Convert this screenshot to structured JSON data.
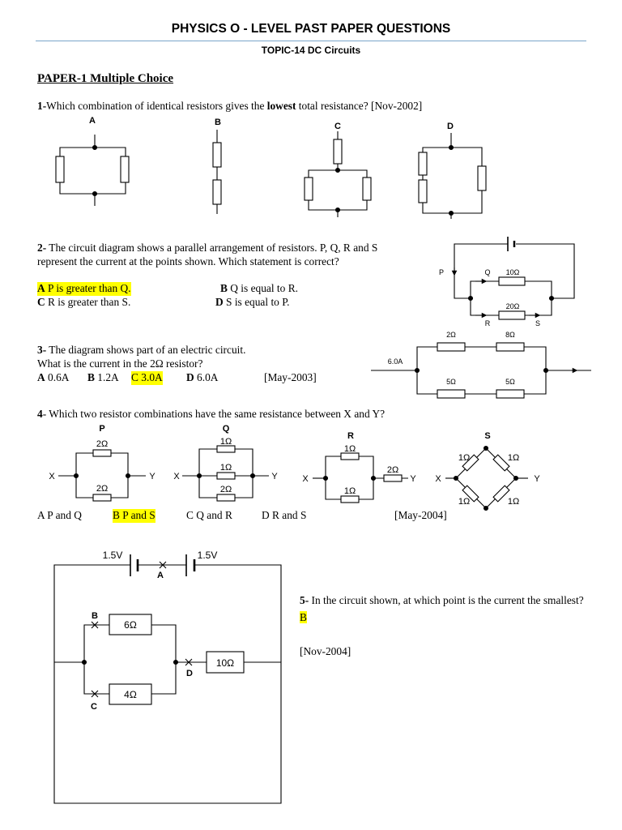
{
  "title": "PHYSICS O - LEVEL PAST PAPER QUESTIONS",
  "subtitle": "TOPIC-14  DC Circuits",
  "paper_heading": "PAPER-1  Multiple Choice",
  "q1": {
    "num": "1-",
    "text_a": "Which combination of identical resistors gives the ",
    "bold": "lowest",
    "text_b": " total resistance? [Nov-2002]",
    "labels": [
      "A",
      "B",
      "C",
      "D"
    ]
  },
  "q2": {
    "num": "2-",
    "text": "The circuit diagram shows a parallel arrangement of resistors. P, Q, R and S represent the current at the points shown. Which statement is correct?",
    "opt_a_letter": "A",
    "opt_a": " P is greater than Q.",
    "opt_b_letter": "B",
    "opt_b": " Q is equal to R.",
    "opt_c_letter": "C",
    "opt_c": " R is greater than S.",
    "opt_d_letter": "D",
    "opt_d": " S is equal to P.",
    "diagram": {
      "p": "P",
      "q": "Q",
      "r": "R",
      "s": "S",
      "r10": "10Ω",
      "r20": "20Ω"
    }
  },
  "q3": {
    "num": "3-",
    "line1": "The diagram shows part of an electric circuit.",
    "line2": "What is the current in the 2Ω resistor?",
    "opt_a_letter": "A",
    "opt_a": " 0.6A",
    "opt_b_letter": "B",
    "opt_b": " 1.2A",
    "opt_c": "C 3.0A",
    "opt_d_letter": "D",
    "opt_d": " 6.0A",
    "date": "[May-2003]",
    "diagram": {
      "current": "6.0A",
      "r1": "2Ω",
      "r2": "8Ω",
      "r3": "5Ω",
      "r4": "5Ω"
    }
  },
  "q4": {
    "num": "4",
    "text": "- Which two resistor combinations have the same resistance between X and Y?",
    "opt_a": "A P and Q",
    "opt_b": "B P and S",
    "opt_c": "C Q and R",
    "opt_d": "D R and S",
    "date": "[May-2004]",
    "diagram": {
      "p": "P",
      "q": "Q",
      "r": "R",
      "s": "S",
      "x": "X",
      "y": "Y",
      "two_ohm": "2Ω",
      "one_ohm": "1Ω"
    }
  },
  "q5": {
    "num": "5-",
    "text": " In the circuit shown, at which point is the current the smallest?",
    "answer": "B",
    "date": "[Nov-2004]",
    "diagram": {
      "v1": "1.5V",
      "v2": "1.5V",
      "a": "A",
      "b": "B",
      "c": "C",
      "d": "D",
      "r6": "6Ω",
      "r4": "4Ω",
      "r10": "10Ω"
    }
  }
}
